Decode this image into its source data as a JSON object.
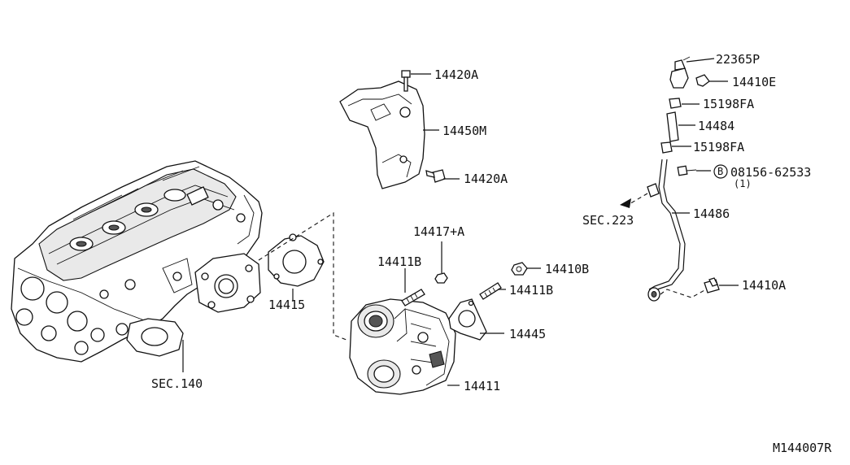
{
  "diagram": {
    "labels": {
      "l22365P": "22365P",
      "l14410E": "14410E",
      "l15198FA_a": "15198FA",
      "l14484": "14484",
      "l15198FA_b": "15198FA",
      "l08156": "08156-62533",
      "l08156_qty": "(1)",
      "l14486": "14486",
      "lSEC223": "SEC.223",
      "l14410A": "14410A",
      "l14420A_top": "14420A",
      "l14450M": "14450M",
      "l14420A_mid": "14420A",
      "l14417A": "14417+A",
      "l14411B_left": "14411B",
      "l14410B": "14410B",
      "l14411B_right": "14411B",
      "l14445": "14445",
      "l14411": "14411",
      "l14415": "14415",
      "lSEC140": "SEC.140",
      "ref_code": "M144007R",
      "bolt_symbol": "B"
    }
  }
}
